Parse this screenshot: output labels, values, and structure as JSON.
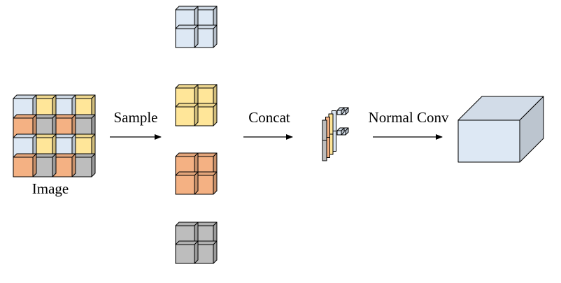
{
  "labels": {
    "image": "Image",
    "sample": "Sample",
    "concat": "Concat",
    "normal_conv": "Normal Conv"
  },
  "colors": {
    "blue": "#dde8f4",
    "yellow": "#ffe699",
    "orange": "#f4b183",
    "gray": "#bdbdbd",
    "conv_block": "#dde8f4",
    "stroke": "#000000"
  },
  "image_grid": [
    [
      "blue",
      "yellow",
      "blue",
      "yellow"
    ],
    [
      "orange",
      "gray",
      "orange",
      "gray"
    ],
    [
      "blue",
      "yellow",
      "blue",
      "yellow"
    ],
    [
      "orange",
      "gray",
      "orange",
      "gray"
    ]
  ],
  "sampled_groups": [
    "blue",
    "yellow",
    "orange",
    "gray"
  ],
  "concat_layers": [
    "gray",
    "orange",
    "yellow",
    "blue"
  ]
}
